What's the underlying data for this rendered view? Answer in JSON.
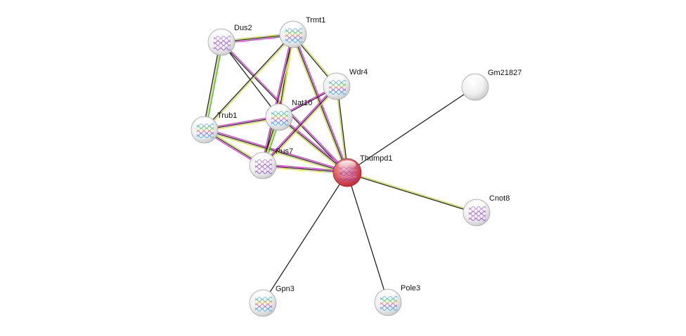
{
  "network": {
    "center": "Thumpd1",
    "colors": {
      "text_mining": "#c9dc3a",
      "coexpression": "#222222",
      "experiments": "#e02bd6",
      "database": "#2fc4e8",
      "neighborhood": "#35b233",
      "query_node": "#d2323c",
      "node": "#e6e6e6"
    },
    "nodes": [
      {
        "id": "Dus2",
        "label": "Dus2",
        "query": false,
        "structure": "purple-helix"
      },
      {
        "id": "Trmt1",
        "label": "Trmt1",
        "query": false,
        "structure": "multi-color-fold"
      },
      {
        "id": "Wdr4",
        "label": "Wdr4",
        "query": false,
        "structure": "multi-color-fold"
      },
      {
        "id": "Gm21827",
        "label": "Gm21827",
        "query": false,
        "structure": "none"
      },
      {
        "id": "Nat10",
        "label": "Nat10",
        "query": false,
        "structure": "multi-color-fold"
      },
      {
        "id": "Trub1",
        "label": "Trub1",
        "query": false,
        "structure": "multi-color-fold"
      },
      {
        "id": "Pus7",
        "label": "Pus7",
        "query": false,
        "structure": "purple-helix"
      },
      {
        "id": "Thumpd1",
        "label": "Thumpd1",
        "query": true,
        "structure": "purple-helix"
      },
      {
        "id": "Cnot8",
        "label": "Cnot8",
        "query": false,
        "structure": "purple-helix"
      },
      {
        "id": "Gpn3",
        "label": "Gpn3",
        "query": false,
        "structure": "multi-color-fold"
      },
      {
        "id": "Pole3",
        "label": "Pole3",
        "query": false,
        "structure": "multi-color-fold"
      }
    ],
    "edges": [
      {
        "source": "Thumpd1",
        "target": "Trmt1",
        "evidence": [
          "text_mining",
          "coexpression",
          "experiments"
        ]
      },
      {
        "source": "Thumpd1",
        "target": "Dus2",
        "evidence": [
          "coexpression",
          "experiments"
        ]
      },
      {
        "source": "Thumpd1",
        "target": "Wdr4",
        "evidence": [
          "text_mining",
          "coexpression"
        ]
      },
      {
        "source": "Thumpd1",
        "target": "Nat10",
        "evidence": [
          "text_mining",
          "coexpression",
          "experiments"
        ]
      },
      {
        "source": "Thumpd1",
        "target": "Trub1",
        "evidence": [
          "text_mining",
          "coexpression",
          "experiments"
        ]
      },
      {
        "source": "Thumpd1",
        "target": "Pus7",
        "evidence": [
          "text_mining",
          "coexpression",
          "experiments"
        ]
      },
      {
        "source": "Thumpd1",
        "target": "Gm21827",
        "evidence": [
          "coexpression"
        ]
      },
      {
        "source": "Thumpd1",
        "target": "Cnot8",
        "evidence": [
          "text_mining",
          "coexpression"
        ]
      },
      {
        "source": "Thumpd1",
        "target": "Gpn3",
        "evidence": [
          "coexpression"
        ]
      },
      {
        "source": "Thumpd1",
        "target": "Pole3",
        "evidence": [
          "coexpression"
        ]
      },
      {
        "source": "Dus2",
        "target": "Trmt1",
        "evidence": [
          "text_mining",
          "coexpression",
          "experiments"
        ]
      },
      {
        "source": "Dus2",
        "target": "Trub1",
        "evidence": [
          "neighborhood",
          "text_mining",
          "coexpression"
        ]
      },
      {
        "source": "Dus2",
        "target": "Nat10",
        "evidence": [
          "coexpression"
        ]
      },
      {
        "source": "Trmt1",
        "target": "Wdr4",
        "evidence": [
          "text_mining",
          "coexpression"
        ]
      },
      {
        "source": "Trmt1",
        "target": "Nat10",
        "evidence": [
          "text_mining",
          "coexpression"
        ]
      },
      {
        "source": "Trmt1",
        "target": "Trub1",
        "evidence": [
          "text_mining",
          "coexpression"
        ]
      },
      {
        "source": "Trmt1",
        "target": "Pus7",
        "evidence": [
          "text_mining",
          "coexpression",
          "experiments"
        ]
      },
      {
        "source": "Wdr4",
        "target": "Nat10",
        "evidence": [
          "coexpression",
          "experiments"
        ]
      },
      {
        "source": "Wdr4",
        "target": "Pus7",
        "evidence": [
          "text_mining",
          "coexpression",
          "experiments"
        ]
      },
      {
        "source": "Nat10",
        "target": "Trub1",
        "evidence": [
          "text_mining",
          "coexpression",
          "experiments"
        ]
      },
      {
        "source": "Nat10",
        "target": "Pus7",
        "evidence": [
          "neighborhood",
          "text_mining",
          "coexpression"
        ]
      },
      {
        "source": "Trub1",
        "target": "Pus7",
        "evidence": [
          "text_mining",
          "coexpression",
          "experiments"
        ]
      }
    ]
  }
}
